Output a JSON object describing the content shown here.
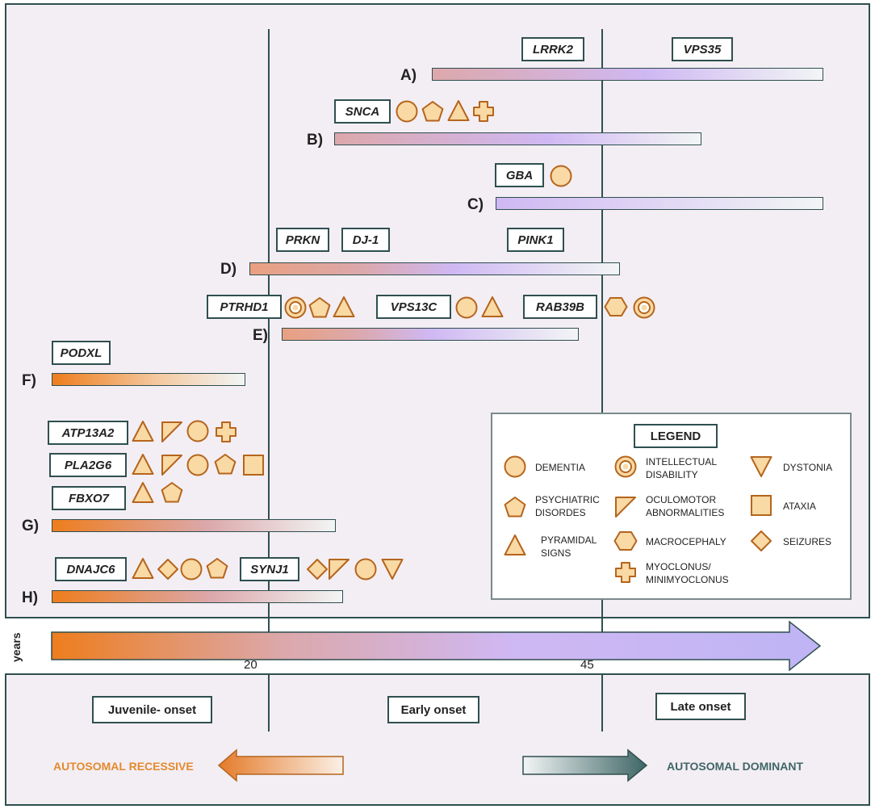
{
  "rows": {
    "a": {
      "label": "A)",
      "genes": [
        "LRRK2",
        "VPS35"
      ]
    },
    "b": {
      "label": "B)",
      "genes": [
        "SNCA"
      ]
    },
    "c": {
      "label": "C)",
      "genes": [
        "GBA"
      ]
    },
    "d": {
      "label": "D)",
      "genes": [
        "PRKN",
        "DJ-1",
        "PINK1"
      ]
    },
    "e": {
      "label": "E)",
      "genes": [
        "PTRHD1",
        "VPS13C",
        "RAB39B"
      ]
    },
    "f": {
      "label": "F)",
      "genes": [
        "PODXL"
      ]
    },
    "g": {
      "label": "G)",
      "genes": [
        "ATP13A2",
        "PLA2G6",
        "FBXO7"
      ]
    },
    "h": {
      "label": "H)",
      "genes": [
        "DNAJC6",
        "SYNJ1"
      ]
    }
  },
  "legend": {
    "title": "LEGEND",
    "dementia": [
      "DEMENTIA"
    ],
    "intellectual": [
      "INTELLECTUAL",
      "DISABILITY"
    ],
    "dystonia": [
      "DYSTONIA"
    ],
    "psychiatric": [
      "PSYCHIATRIC",
      "DISORDES"
    ],
    "oculomotor": [
      "OCULOMOTOR",
      "ABNORMALITIES"
    ],
    "ataxia": [
      "ATAXIA"
    ],
    "pyramidal": [
      "PYRAMIDAL",
      "SIGNS"
    ],
    "macrocephaly": [
      "MACROCEPHALY"
    ],
    "seizures": [
      "SEIZURES"
    ],
    "myoclonus": [
      "MYOCLONUS/",
      "MINIMYOCLONUS"
    ]
  },
  "axis": {
    "label": "years",
    "ticks": [
      "20",
      "45"
    ]
  },
  "onset": {
    "juvenile": "Juvenile- onset",
    "early": "Early onset",
    "late": "Late onset"
  },
  "inheritance": {
    "recessive": "AUTOSOMAL RECESSIVE",
    "dominant": "AUTOSOMAL DOMINANT"
  },
  "colors": {
    "orange": "#ee7d1d",
    "pink": "#dca8ab",
    "lavender": "#cfb8f3",
    "pale": "#f2f5f5",
    "symbol_fill": "#f9d9a4",
    "symbol_stroke": "#b5651d",
    "border": "#2f4f4f",
    "recessive_text": "#e38a2e",
    "dominant_text": "#3f6666"
  }
}
